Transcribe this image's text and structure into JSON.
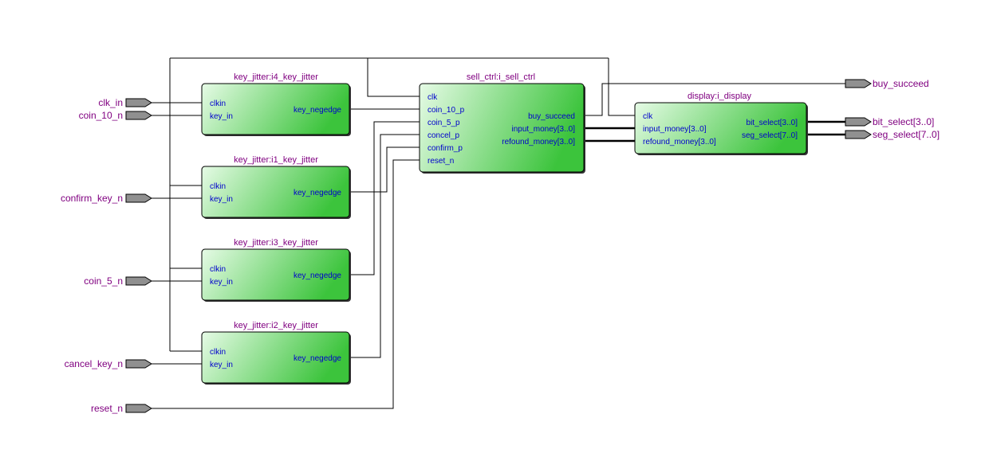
{
  "inputs": {
    "clk_in": "clk_in",
    "coin_10_n": "coin_10_n",
    "confirm_key_n": "confirm_key_n",
    "coin_5_n": "coin_5_n",
    "cancel_key_n": "cancel_key_n",
    "reset_n": "reset_n"
  },
  "outputs": {
    "buy_succeed": "buy_succeed",
    "bit_select": "bit_select[3..0]",
    "seg_select": "seg_select[7..0]"
  },
  "blocks": {
    "kj_i4": {
      "title": "key_jitter:i4_key_jitter",
      "clkin": "clkin",
      "key_in": "key_in",
      "key_negedge": "key_negedge"
    },
    "kj_i1": {
      "title": "key_jitter:i1_key_jitter",
      "clkin": "clkin",
      "key_in": "key_in",
      "key_negedge": "key_negedge"
    },
    "kj_i3": {
      "title": "key_jitter:i3_key_jitter",
      "clkin": "clkin",
      "key_in": "key_in",
      "key_negedge": "key_negedge"
    },
    "kj_i2": {
      "title": "key_jitter:i2_key_jitter",
      "clkin": "clkin",
      "key_in": "key_in",
      "key_negedge": "key_negedge"
    },
    "sell": {
      "title": "sell_ctrl:i_sell_ctrl",
      "clk": "clk",
      "coin_10_p": "coin_10_p",
      "coin_5_p": "coin_5_p",
      "concel_p": "concel_p",
      "confirm_p": "confirm_p",
      "reset_n": "reset_n",
      "buy_succeed": "buy_succeed",
      "input_money": "input_money[3..0]",
      "refound_money": "refound_money[3..0]"
    },
    "display": {
      "title": "display:i_display",
      "clk": "clk",
      "input_money": "input_money[3..0]",
      "refound_money": "refound_money[3..0]",
      "bit_select": "bit_select[3..0]",
      "seg_select": "seg_select[7..0]"
    }
  },
  "colors": {
    "block_light": "#e6fbe6",
    "block_dark": "#3cc43c",
    "title": "#800080",
    "port": "#0000cc",
    "pin_fill": "#909090"
  }
}
